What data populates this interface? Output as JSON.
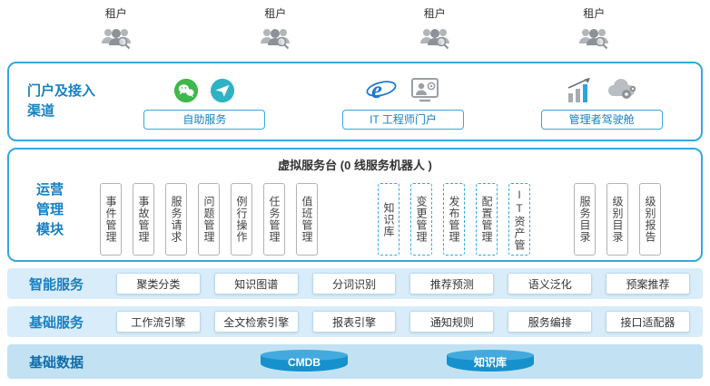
{
  "colors": {
    "accent_border": "#35a7de",
    "label_blue": "#1780c4",
    "band_bg": "#d8edf9",
    "data_band_bg": "#c2e2f3",
    "cylinder_blue": "#1691cd",
    "wechat_green": "#3eb84a",
    "plane_teal": "#2fb3c4",
    "ie_blue": "#1e7ad0"
  },
  "tenants": {
    "label": "租户"
  },
  "portal": {
    "label": "门户及接入\n渠道",
    "groups": [
      {
        "button": "自助服务"
      },
      {
        "button": "IT 工程师门户"
      },
      {
        "button": "管理者驾驶舱"
      }
    ]
  },
  "operation": {
    "label": "运营\n管理\n模块",
    "title": "虚拟服务台 (0 线服务机器人 )",
    "process_items": [
      "事件管理",
      "事故管理",
      "服务请求",
      "问题管理",
      "例行操作",
      "任务管理",
      "值班管理"
    ],
    "dashed_items": [
      "知识库",
      "变更管理",
      "发布管理",
      "配置管理",
      "IT资产管理"
    ],
    "catalog_items": [
      "服务目录",
      "级别目录",
      "级别报告"
    ]
  },
  "smart_services": {
    "label": "智能服务",
    "items": [
      "聚类分类",
      "知识图谱",
      "分词识别",
      "推荐预测",
      "语义泛化",
      "预案推荐"
    ]
  },
  "basic_services": {
    "label": "基础服务",
    "items": [
      "工作流引擎",
      "全文检索引擎",
      "报表引擎",
      "通知规则",
      "服务编排",
      "接口适配器"
    ]
  },
  "basic_data": {
    "label": "基础数据",
    "items": [
      "CMDB",
      "知识库"
    ]
  }
}
